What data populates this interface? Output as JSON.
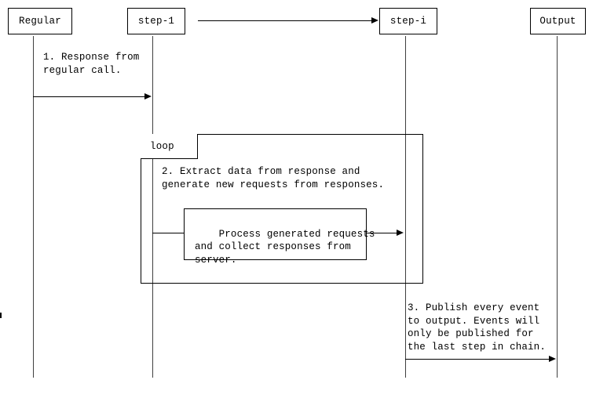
{
  "diagram": {
    "title": "Request chaining sequence diagram",
    "type": "uml-sequence-diagram",
    "background_color": "#ffffff",
    "line_color": "#000000",
    "lifeline_color": "#3f3f3f"
  },
  "participants": [
    {
      "id": "regular",
      "label": "Regular"
    },
    {
      "id": "step-1",
      "label": "step-1"
    },
    {
      "id": "step-i",
      "label": "step-i"
    },
    {
      "id": "output",
      "label": "Output"
    }
  ],
  "messages": [
    {
      "id": "continuation",
      "label": "",
      "from": "step-1",
      "to": "step-i"
    },
    {
      "id": "response-from-regular-call",
      "label": "1. Response from\nregular call.",
      "from": "regular",
      "to": "step-1"
    },
    {
      "id": "process-generated-requests",
      "label": "Process generated requests\nand collect responses from\nserver.",
      "from": "step-1",
      "to": "step-i"
    },
    {
      "id": "publish-every-event",
      "label": "3. Publish every event\nto output. Events will\nonly be published for\nthe last step in chain.",
      "from": "step-i",
      "to": "output"
    }
  ],
  "fragments": [
    {
      "id": "loop-fragment",
      "operator": "loop",
      "body_text": "2. Extract data from response and\ngenerate new requests from responses."
    }
  ]
}
